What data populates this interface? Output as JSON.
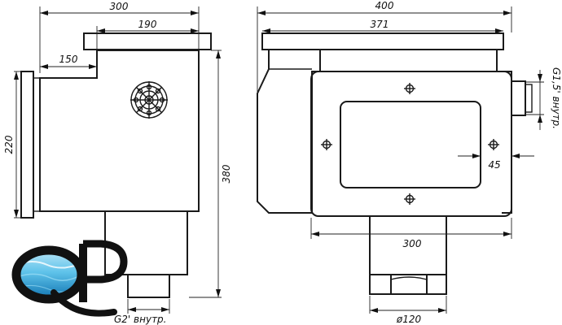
{
  "dimensions": {
    "left_view": {
      "overall_width": "300",
      "top_width": "190",
      "step": "150",
      "flange_height": "220",
      "overall_height": "380",
      "bottom_thread": "G2' внутр."
    },
    "right_view": {
      "overall_width": "400",
      "inner_width": "371",
      "side_thread": "G1,5' внутр.",
      "offset": "45",
      "bottom_width": "300",
      "pipe_diameter": "ø120"
    }
  },
  "logo": {
    "letters": "QP",
    "colors": {
      "water_dark": "#0b6fae",
      "water_light": "#5fc3ea",
      "ink": "#111111"
    }
  }
}
